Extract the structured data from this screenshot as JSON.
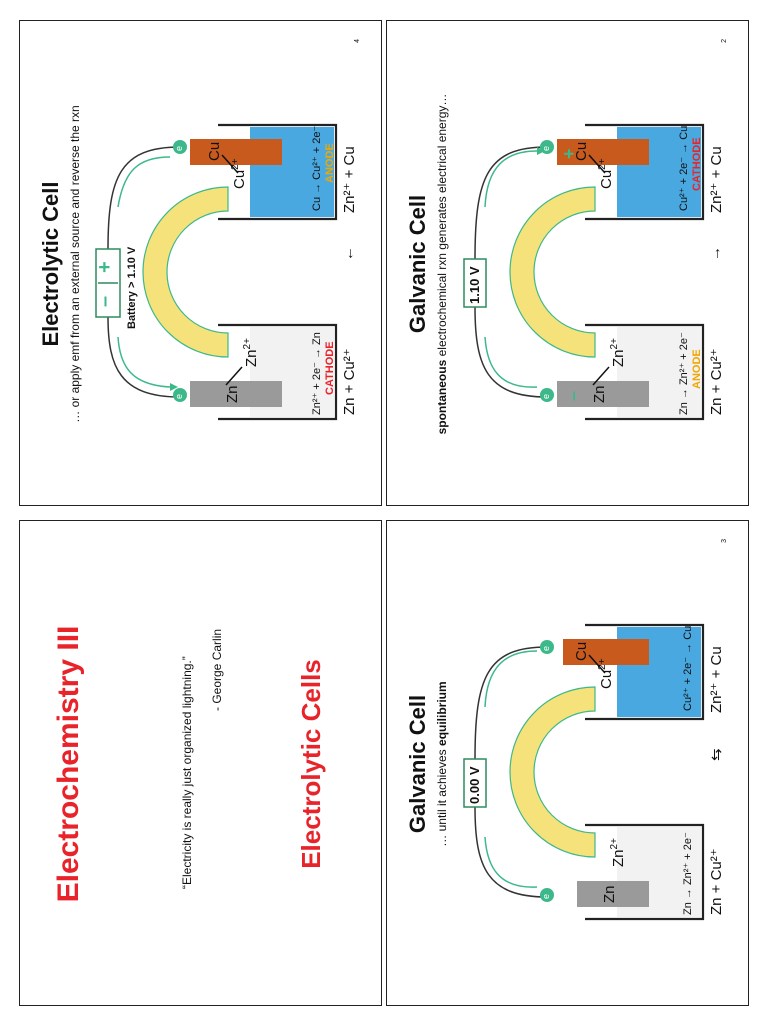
{
  "slide1": {
    "title": "Electrochemistry III",
    "quote": "“Electricity is really just organized lightning.”",
    "attribution": "- George Carlin",
    "subtitle": "Electrolytic Cells"
  },
  "slide2": {
    "title": "Galvanic Cell",
    "subtitle_bold": "spontaneous",
    "subtitle_rest": " electrochemical rxn generates electrical energy…",
    "meter": "1.10 V",
    "left_metal": "Zn",
    "left_ion": "Zn",
    "right_metal": "Cu",
    "right_ion": "Cu",
    "electron": "e",
    "plus": "+",
    "minus": "–",
    "left_rxn": "Zn → Zn²⁺ + 2e⁻",
    "left_label": "ANODE",
    "right_rxn": "Cu²⁺ + 2e⁻ → Cu",
    "right_label": "CATHODE",
    "overall_left": "Zn + Cu²⁺",
    "overall_arrow": "→",
    "overall_right": "Zn²⁺ + Cu",
    "page": "2"
  },
  "slide3": {
    "title": "Galvanic Cell",
    "subtitle_rest": "… until it achieves ",
    "subtitle_bold": "equilibrium",
    "meter": "0.00 V",
    "left_metal": "Zn",
    "left_ion": "Zn",
    "right_metal": "Cu",
    "right_ion": "Cu",
    "electron": "e",
    "left_rxn": "Zn → Zn²⁺ + 2e⁻",
    "right_rxn": "Cu²⁺ + 2e⁻ → Cu",
    "overall_left": "Zn + Cu²⁺",
    "overall_arrow": "⇆",
    "overall_right": "Zn²⁺ + Cu",
    "page": "3"
  },
  "slide4": {
    "title": "Electrolytic Cell",
    "subtitle": "… or apply emf from an external source and reverse the rxn",
    "battery_label": "Battery > 1.10 V",
    "left_metal": "Zn",
    "left_ion": "Zn",
    "right_metal": "Cu",
    "right_ion": "Cu",
    "electron": "e",
    "plus": "+",
    "minus": "–",
    "left_rxn": "Zn²⁺ + 2e⁻ → Zn",
    "left_label": "CATHODE",
    "right_rxn": "Cu → Cu²⁺ + 2e⁻",
    "right_label": "ANODE",
    "overall_left": "Zn + Cu²⁺",
    "overall_arrow": "←",
    "overall_right": "Zn²⁺ + Cu",
    "page": "4"
  },
  "colors": {
    "title_red": "#e8232a",
    "anode_orange": "#f0a800",
    "green": "#3db88a",
    "salt_bridge": "#f5e27a",
    "copper": "#c85a1e",
    "cu_solution": "#4aa8e0",
    "zinc": "#9a9a9a"
  }
}
